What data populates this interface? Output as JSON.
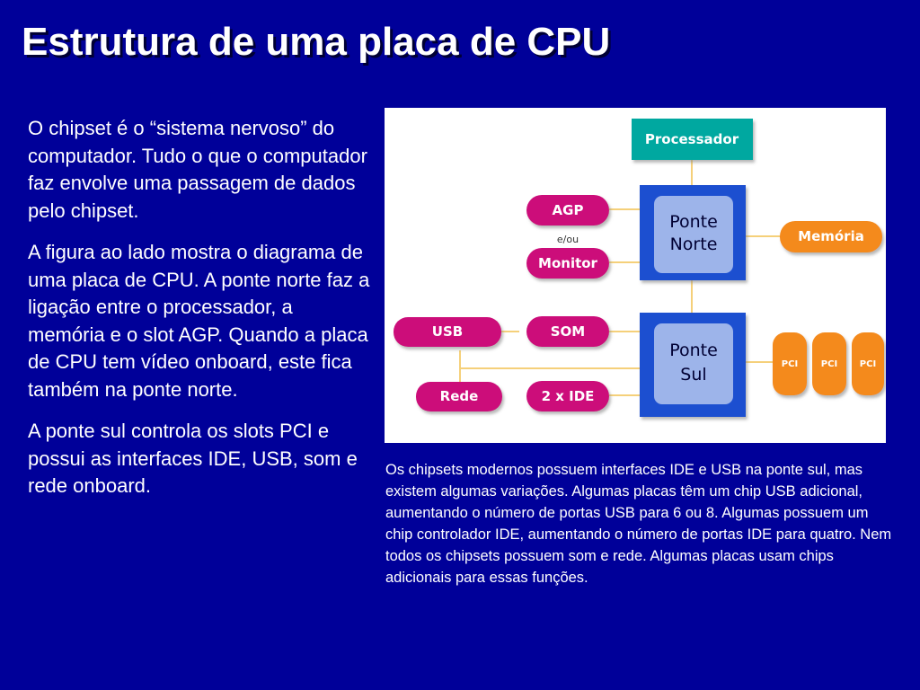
{
  "slide": {
    "title": "Estrutura de uma placa de CPU",
    "paragraphs": [
      "O chipset é o “sistema nervoso” do computador. Tudo o que o computador faz envolve uma passagem de dados pelo chipset.",
      "A figura ao lado mostra o diagrama de uma placa de CPU. A ponte norte faz a ligação entre o processador, a memória e o slot AGP. Quando a placa de CPU tem vídeo onboard, este fica também na ponte norte.",
      "A ponte sul controla os slots PCI e possui as interfaces IDE, USB, som e rede onboard."
    ],
    "caption": "Os chipsets modernos possuem interfaces IDE e USB na ponte sul, mas existem algumas variações. Algumas placas têm um chip USB adicional, aumentando o número de portas USB para 6 ou 8. Algumas possuem um chip controlador IDE, aumentando o número de portas IDE para quatro. Nem todos os chipsets possuem som e rede. Algumas placas usam chips adicionais para essas funções."
  },
  "diagram": {
    "processor": "Processador",
    "north_bridge": [
      "Ponte",
      "Norte"
    ],
    "south_bridge": [
      "Ponte",
      "Sul"
    ],
    "agp": "AGP",
    "or_label": "e/ou",
    "monitor": "Monitor",
    "memory": "Memória",
    "usb": "USB",
    "sound": "SOM",
    "network": "Rede",
    "ide": "2 x IDE",
    "pci": [
      "PCI",
      "PCI",
      "PCI"
    ],
    "colors": {
      "processor": "#00a8a0",
      "bridge_outer": "#1a4fd0",
      "bridge_inner": "#9db4ea",
      "magenta": "#cc0f7a",
      "orange": "#f48a1e",
      "line": "#f5d07a"
    }
  }
}
